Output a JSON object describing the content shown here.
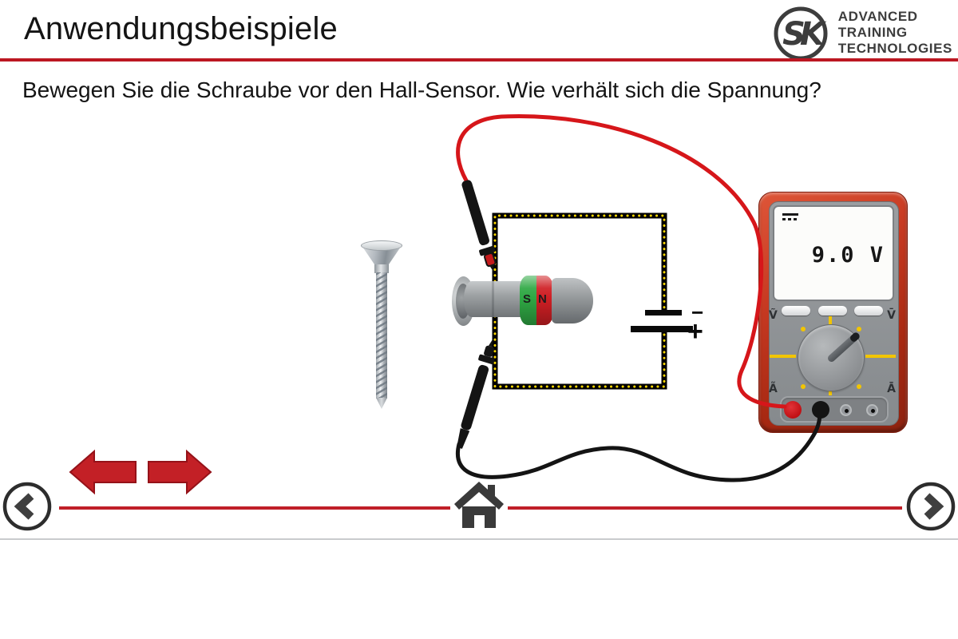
{
  "header": {
    "title": "Anwendungsbeispiele",
    "logo": {
      "monogram": "SK",
      "line1": "ADVANCED",
      "line2": "TRAINING",
      "line3": "TECHNOLOGIES"
    }
  },
  "instruction": "Bewegen Sie die Schraube vor den Hall-Sensor. Wie verhält sich die Spannung?",
  "scene": {
    "magnet": {
      "south": "S",
      "north": "N"
    },
    "battery": {
      "minus": "−",
      "plus": "+"
    },
    "multimeter": {
      "display_value": "9.0 V",
      "labels": {
        "volt_ac": "Ṽ",
        "volt_dc": "V̄",
        "amp_ac": "Ã",
        "amp_dc": "Ā"
      }
    }
  },
  "icons": {
    "dc_indicator": "solid-line-over-dashed-line",
    "drag_hint": "red-double-horizontal-arrow",
    "home": "house",
    "prev": "chevron-left-in-circle",
    "next": "chevron-right-in-circle"
  },
  "colors": {
    "accent_red": "#c01f28",
    "wire_red": "#d6161a",
    "wire_black": "#141414",
    "magnet_green": "#2fa844",
    "magnet_red": "#cf1f24",
    "meter_body_red": "#b72b18",
    "dial_yellow": "#f2c500",
    "logo_gray": "#3d3d3d"
  }
}
